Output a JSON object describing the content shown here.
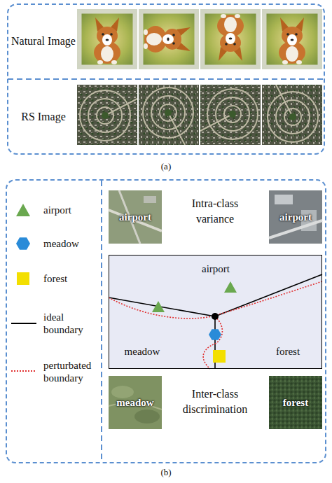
{
  "diagram": {
    "nodes": [
      {
        "text": [
          "Natural Image",
          "RS Image"
        ]
      },
      {
        "text": [
          "Intra-class variance",
          "Inter-class discrimination"
        ]
      },
      {
        "text": [
          "airport"
        ],
        "in": 1
      },
      {
        "text": [
          "airport"
        ],
        "in": 1
      },
      {
        "text": [
          "airport",
          "meadow",
          "forest"
        ],
        "in": 1
      },
      {
        "text": [
          "meadow"
        ],
        "in": 1
      },
      {
        "text": [
          "forest"
        ],
        "in": 1
      }
    ],
    "labels": [
      "(a)",
      "(b)"
    ],
    "legend": [
      {
        "text": "airport"
      },
      {
        "text": "meadow"
      },
      {
        "text": "forest"
      },
      {
        "text": "ideal boundary"
      },
      {
        "text": "perturbated boundary"
      }
    ]
  }
}
